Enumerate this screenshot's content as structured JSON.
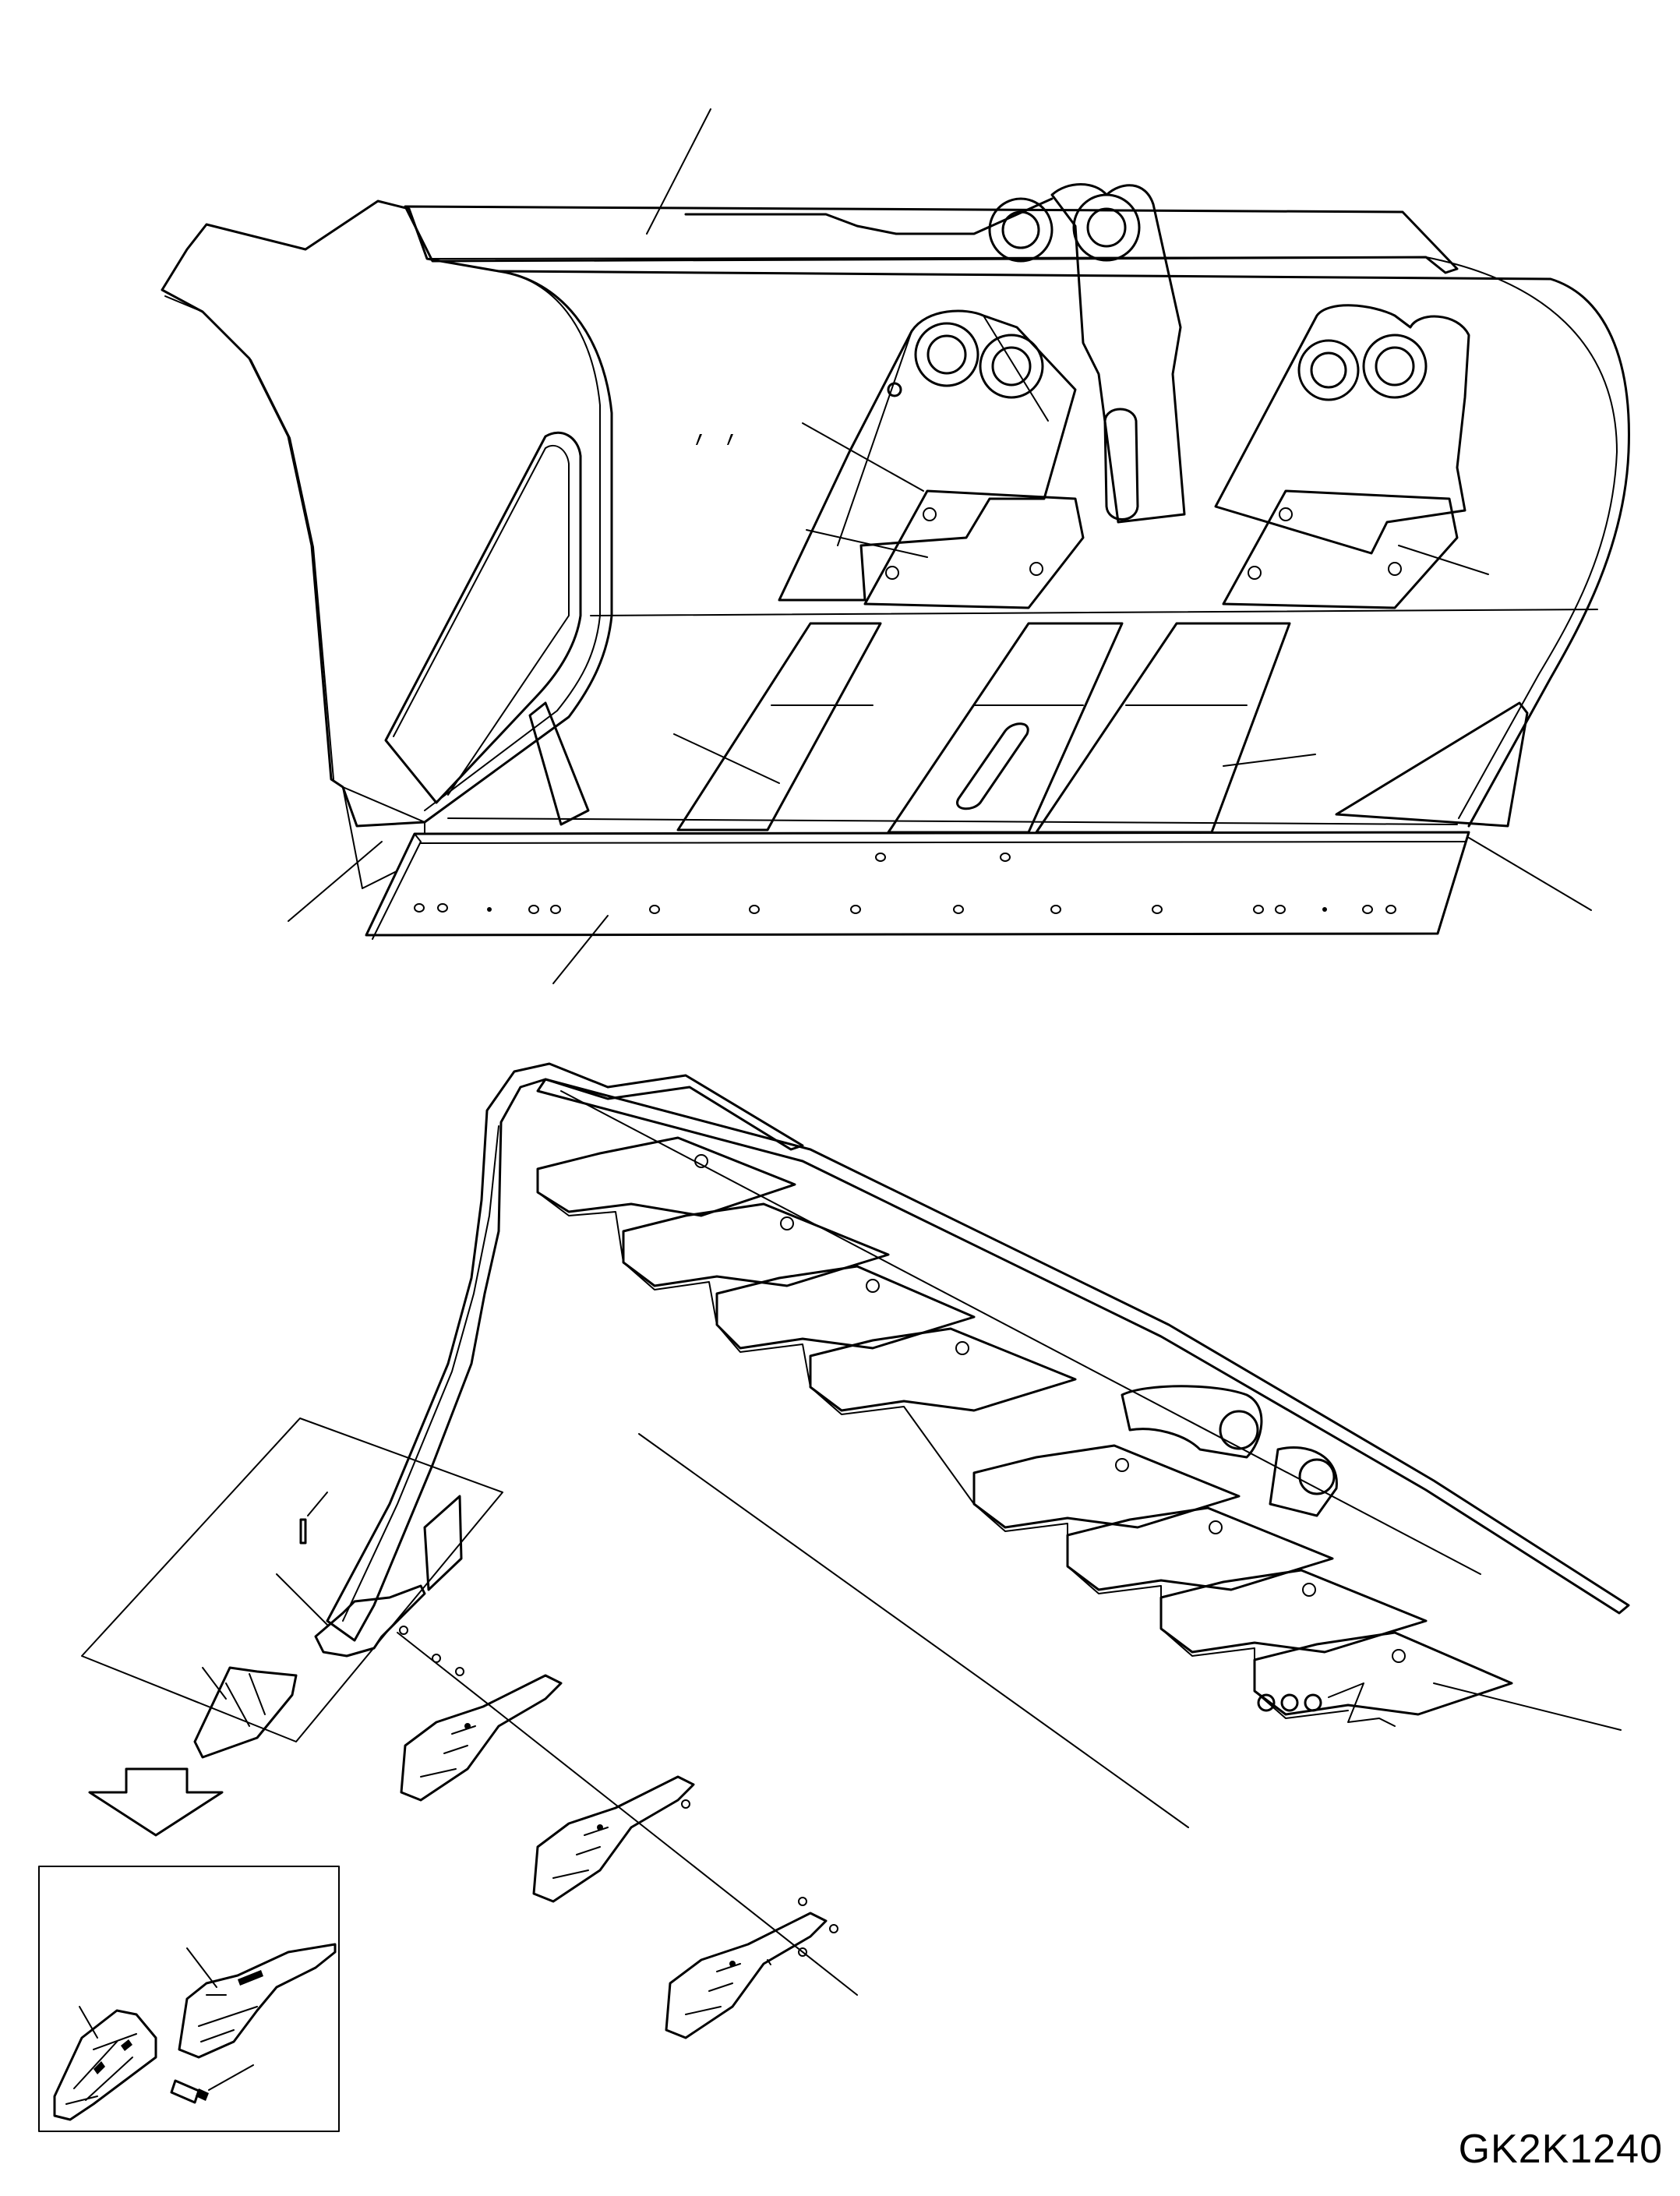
{
  "drawing": {
    "code": "GK2K1240",
    "background": "#ffffff",
    "line_color": "#000000"
  },
  "views": [
    {
      "name": "bucket-assembly-view"
    },
    {
      "name": "bucket-teeth-detail-view"
    },
    {
      "name": "tooth-adapter-inset-view"
    }
  ]
}
